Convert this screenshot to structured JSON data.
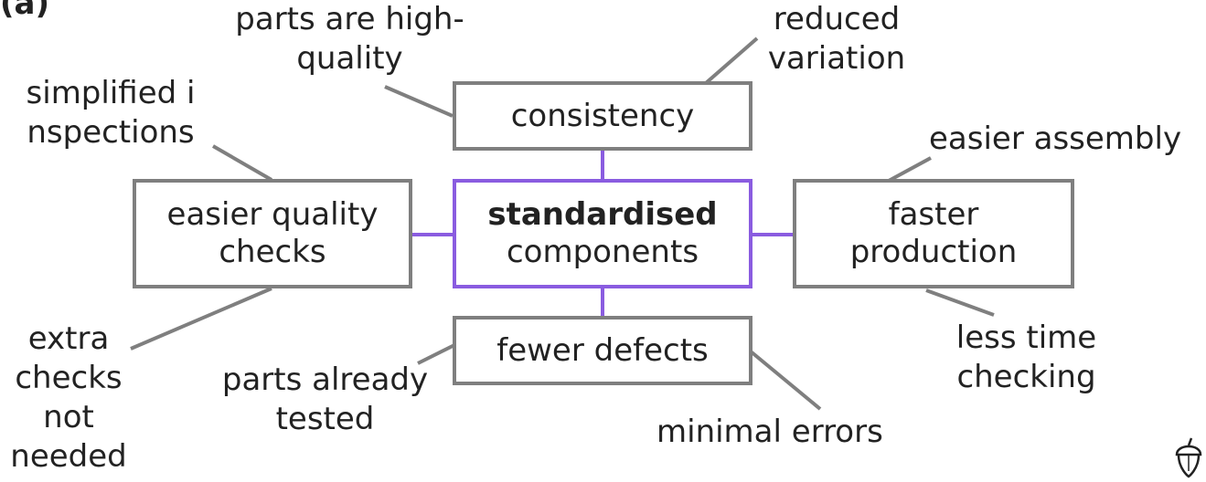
{
  "top_cut_text": "(a) ",
  "center": {
    "line1": "standardised",
    "line2": "components"
  },
  "nodes": {
    "consistency": "consistency",
    "quality": {
      "line1": "easier quality",
      "line2": "checks"
    },
    "production": {
      "line1": "faster",
      "line2": "production"
    },
    "defects": "fewer defects"
  },
  "leaves": {
    "high_quality": "parts are high-quality",
    "reduced_variation": "reduced variation",
    "simplified": "simplified inspections",
    "extra_checks": "extra checks not needed",
    "easier_assembly": "easier assembly",
    "less_time": "less time checking",
    "already_tested": "parts already tested",
    "minimal_errors": "minimal errors"
  },
  "colors": {
    "center_border": "#8a5ce0",
    "node_border": "#7f7f7f",
    "link": "#8a5ce0",
    "leader": "#7f7f7f"
  },
  "icons": {
    "logo": "acorn-icon"
  }
}
